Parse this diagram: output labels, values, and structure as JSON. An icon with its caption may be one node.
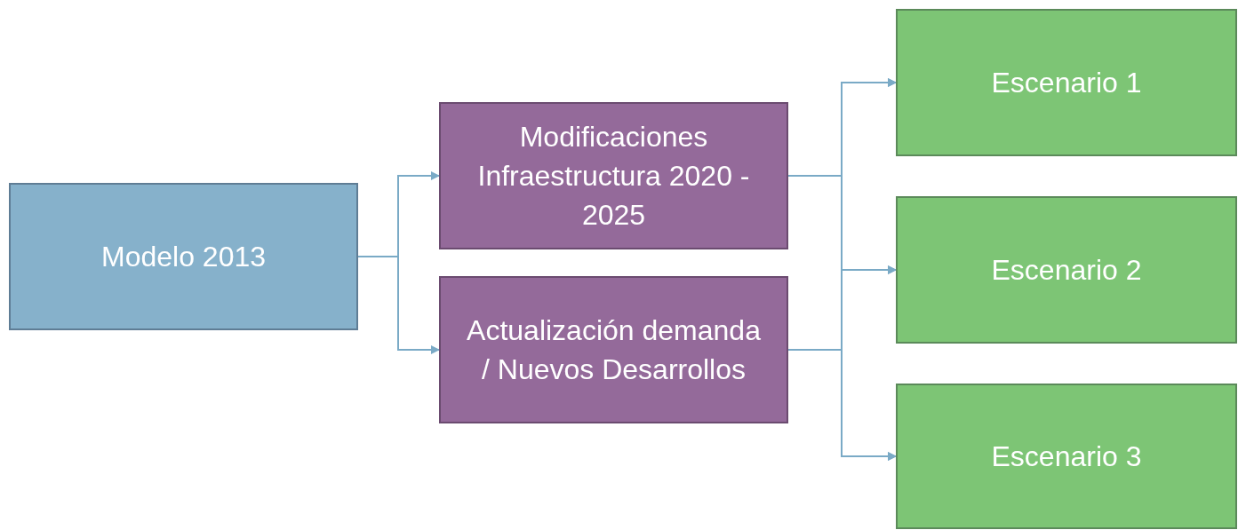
{
  "diagram": {
    "nodes": [
      {
        "text": [
          "Modelo 2013"
        ]
      },
      {
        "text": [
          "Modificaciones Infraestructura 2020 - 2025"
        ]
      },
      {
        "text": [
          "Actualización demanda / Nuevos Desarrollos"
        ]
      },
      {
        "text": [
          "Escenario 1"
        ]
      },
      {
        "text": [
          "Escenario 2"
        ]
      },
      {
        "text": [
          "Escenario 3"
        ]
      }
    ],
    "edges": [
      {
        "from": 0,
        "to": 1,
        "arrow": "to"
      },
      {
        "from": 0,
        "to": 2,
        "arrow": "to"
      },
      {
        "from": 1,
        "to": 3,
        "arrow": "to"
      },
      {
        "from": 1,
        "to": 4,
        "arrow": "to"
      },
      {
        "from": 1,
        "to": 5,
        "arrow": "to"
      },
      {
        "from": 2,
        "to": 3,
        "arrow": "to"
      },
      {
        "from": 2,
        "to": 4,
        "arrow": "to"
      },
      {
        "from": 2,
        "to": 5,
        "arrow": "to"
      }
    ]
  }
}
